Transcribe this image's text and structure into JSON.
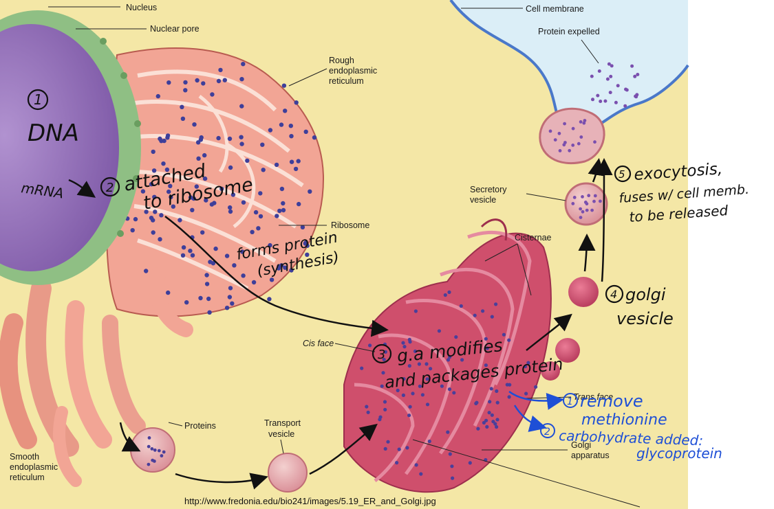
{
  "labels": {
    "nucleus": "Nucleus",
    "nuclear_pore": "Nuclear pore",
    "rough_er": [
      "Rough",
      "endoplasmic",
      "reticulum"
    ],
    "ribosome": "Ribosome",
    "cell_membrane": "Cell membrane",
    "protein_expelled": "Protein expelled",
    "secretory_vesicle": [
      "Secretory",
      "vesicle"
    ],
    "cisternae": "Cisternae",
    "cis_face": "Cis face",
    "trans_face": "Trans face",
    "golgi_apparatus": [
      "Golgi",
      "apparatus"
    ],
    "proteins": "Proteins",
    "transport_vesicle": [
      "Transport",
      "vesicle"
    ],
    "smooth_er": [
      "Smooth",
      "endoplasmic",
      "reticulum"
    ]
  },
  "source_url": "http://www.fredonia.edu/bio241/images/5.19_ER_and_Golgi.jpg",
  "annotations": {
    "step1_num": "1",
    "step1_text": "DNA",
    "mrna": "mRNA",
    "step2_num": "2",
    "step2_line1": "attached",
    "step2_line2": "to ribosome",
    "synthesis_line1": "forms protein",
    "synthesis_line2": "(synthesis)",
    "step3_num": "3",
    "step3_line1": "g.a modifies",
    "step3_line2": "and packages protein",
    "step4_num": "4",
    "step4_line1": "golgi",
    "step4_line2": "vesicle",
    "step5_num": "5",
    "step5_line1": "exocytosis,",
    "step5_line2": "fuses w/ cell memb.",
    "step5_line3": "to be released",
    "blue1_num": "1",
    "blue1_line1": "remove",
    "blue1_line2": "methionine",
    "blue2_num": "2",
    "blue2_line1": "carbohydrate added:",
    "blue2_line2": "glycoprotein"
  },
  "colors": {
    "background": "#f4e7a6",
    "nucleus": "#8e6bb4",
    "nuclear_envelope": "#8fbf84",
    "er": "#f2a595",
    "er_outline": "#b85b50",
    "golgi": "#cf4f6c",
    "golgi_dark": "#9d2f4d",
    "ribosome": "#3e3f9a",
    "membrane": "#4a78c9",
    "annotation_blue": "#1e4fd6"
  }
}
